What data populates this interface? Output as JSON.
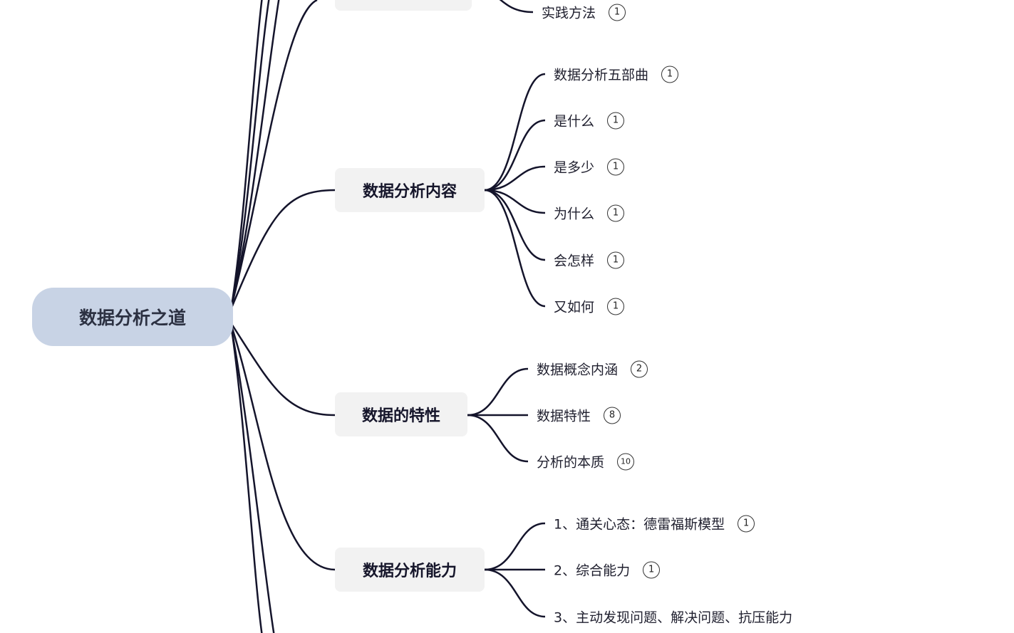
{
  "root": {
    "label": "数据分析之道"
  },
  "branches": [
    {
      "label": "",
      "leaves": [
        {
          "label": "实践方法",
          "count": "1"
        }
      ]
    },
    {
      "label": "数据分析内容",
      "leaves": [
        {
          "label": "数据分析五部曲",
          "count": "1"
        },
        {
          "label": "是什么",
          "count": "1"
        },
        {
          "label": "是多少",
          "count": "1"
        },
        {
          "label": "为什么",
          "count": "1"
        },
        {
          "label": "会怎样",
          "count": "1"
        },
        {
          "label": "又如何",
          "count": "1"
        }
      ]
    },
    {
      "label": "数据的特性",
      "leaves": [
        {
          "label": "数据概念内涵",
          "count": "2"
        },
        {
          "label": "数据特性",
          "count": "8"
        },
        {
          "label": "分析的本质",
          "count": "10"
        }
      ]
    },
    {
      "label": "数据分析能力",
      "leaves": [
        {
          "label": "1、通关心态：德雷福斯模型",
          "count": "1"
        },
        {
          "label": "2、综合能力",
          "count": "1"
        },
        {
          "label": "3、主动发现问题、解决问题、抗压能力"
        }
      ]
    }
  ]
}
